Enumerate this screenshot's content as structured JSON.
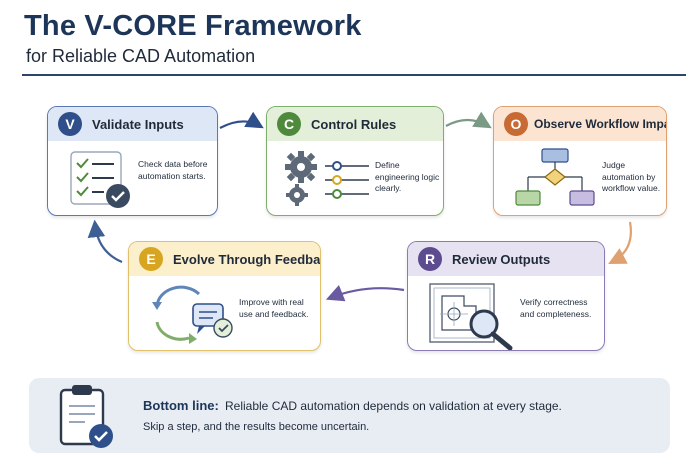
{
  "header": {
    "title": "The V-CORE Framework",
    "subtitle": "for Reliable CAD Automation"
  },
  "steps": [
    {
      "letter": "V",
      "title": "Validate Inputs",
      "description": "Check data before automation starts.",
      "icon": "checklist-icon",
      "color": "#2e4f8a"
    },
    {
      "letter": "C",
      "title": "Control Rules",
      "description": "Define engineering logic clearly.",
      "icon": "gears-icon",
      "color": "#4f8a3c"
    },
    {
      "letter": "O",
      "title": "Observe Workflow Impact",
      "description": "Judge automation by workflow value.",
      "icon": "flowchart-icon",
      "color": "#c76a34"
    },
    {
      "letter": "R",
      "title": "Review Outputs",
      "description": "Verify correctness and completeness.",
      "icon": "drawing-magnifier-icon",
      "color": "#5c4b8f"
    },
    {
      "letter": "E",
      "title": "Evolve Through Feedback",
      "description": "Improve with real use and feedback.",
      "icon": "feedback-loop-icon",
      "color": "#d7a520"
    }
  ],
  "bottom": {
    "label": "Bottom line:",
    "text": "Reliable CAD automation depends on validation at every stage.",
    "subtext": "Skip a step, and the results become uncertain.",
    "icon": "clipboard-check-icon"
  }
}
